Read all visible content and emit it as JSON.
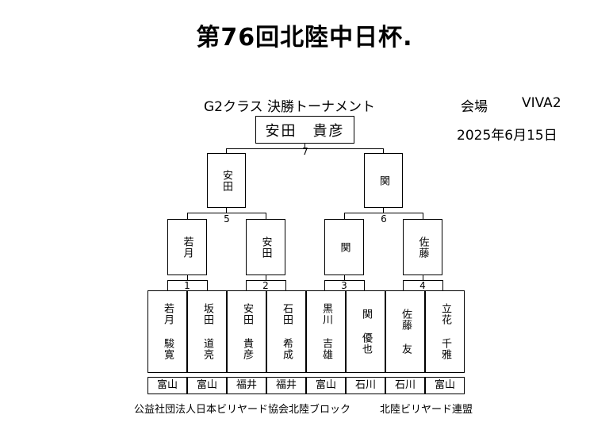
{
  "title": "第76回北陸中日杯.",
  "tournament_name": "G2クラス 決勝トーナメント",
  "venue_label": "会場",
  "venue": "VIVA2",
  "date": "2025年6月15日",
  "champion": "安田　貴彦",
  "final_match_no": "7",
  "semifinal": [
    {
      "name": "安田",
      "match_no": "5"
    },
    {
      "name": "関",
      "match_no": "6"
    }
  ],
  "quarterfinal": [
    {
      "name": "若月",
      "match_no": "1"
    },
    {
      "name": "安田",
      "match_no": "2"
    },
    {
      "name": "関",
      "match_no": "3"
    },
    {
      "name": "佐藤",
      "match_no": "4"
    }
  ],
  "players": [
    {
      "family": "若月",
      "given": "駿寛",
      "pref": "富山"
    },
    {
      "family": "坂田",
      "given": "道亮",
      "pref": "富山"
    },
    {
      "family": "安田",
      "given": "貴彦",
      "pref": "福井"
    },
    {
      "family": "石田",
      "given": "希成",
      "pref": "福井"
    },
    {
      "family": "黒川",
      "given": "吉雄",
      "pref": "富山"
    },
    {
      "family": "関",
      "given": "優也",
      "pref": "石川"
    },
    {
      "family": "佐藤",
      "given": "友",
      "pref": "石川"
    },
    {
      "family": "立花",
      "given": "千雅",
      "pref": "富山"
    }
  ],
  "footer_left": "公益社団法人日本ビリヤード協会北陸ブロック",
  "footer_right": "北陸ビリヤード連盟"
}
